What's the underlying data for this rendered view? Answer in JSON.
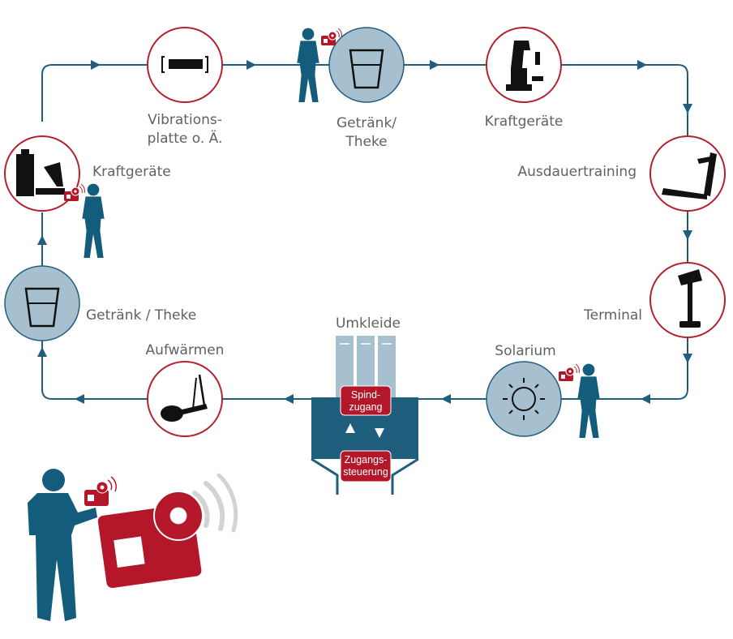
{
  "colors": {
    "path": "#1f5e7c",
    "ring_red": "#b3202f",
    "teal_fill": "#a7c0cf",
    "card_red": "#b5172a",
    "person": "#135c7c",
    "text": "#5f6165"
  },
  "stations": {
    "vibration": {
      "line1": "Vibrations-",
      "line2": "platte o. Ä.",
      "icon": "vibration-plate-icon"
    },
    "drink_top": {
      "line1": "Getränk/",
      "line2": "Theke",
      "icon": "drinking-glass-icon"
    },
    "strength_top": {
      "label": "Kraftgeräte",
      "icon": "strength-machine-icon"
    },
    "cardio": {
      "label": "Ausdauertraining",
      "icon": "treadmill-icon"
    },
    "terminal": {
      "label": "Terminal",
      "icon": "terminal-kiosk-icon"
    },
    "solarium": {
      "label": "Solarium",
      "icon": "sun-icon"
    },
    "locker_room": {
      "label": "Umkleide",
      "icon": "locker-icon"
    },
    "locker_access": {
      "line1": "Spind-",
      "line2": "zugang"
    },
    "access_control": {
      "line1": "Zugangs-",
      "line2": "steuerung"
    },
    "warmup": {
      "label": "Aufwärmen",
      "icon": "elliptical-trainer-icon"
    },
    "drink_left": {
      "label": "Getränk / Theke",
      "icon": "drinking-glass-icon"
    },
    "strength_left": {
      "label": "Kraftgeräte",
      "icon": "strength-machine-icon"
    }
  }
}
